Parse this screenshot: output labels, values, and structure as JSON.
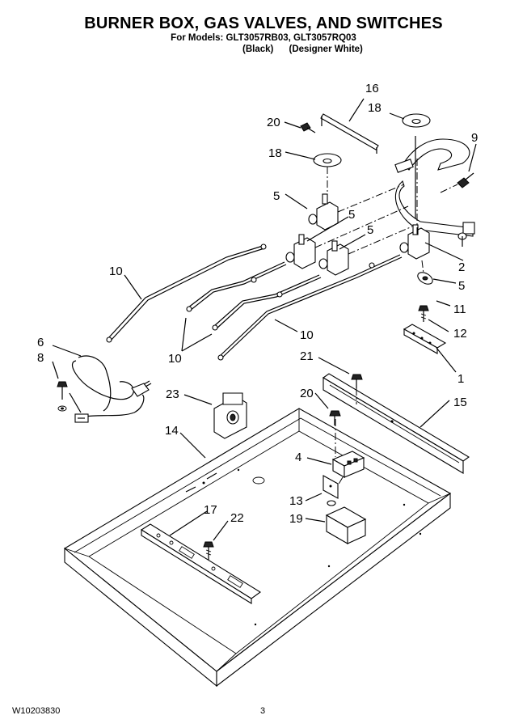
{
  "header": {
    "title": "BURNER BOX, GAS VALVES, AND SWITCHES",
    "models_line": "For Models: GLT3057RB03, GLT3057RQ03",
    "variants_line": "(Black)      (Designer White)"
  },
  "callouts": {
    "c16": "16",
    "c18a": "18",
    "c20a": "20",
    "c9": "9",
    "c18b": "18",
    "c5a": "5",
    "c5b": "5",
    "c5c": "5",
    "c2": "2",
    "c5d": "5",
    "c10a": "10",
    "c11": "11",
    "c12": "12",
    "c10b": "10",
    "c10c": "10",
    "c6": "6",
    "c8": "8",
    "c21": "21",
    "c1": "1",
    "c23": "23",
    "c20b": "20",
    "c15": "15",
    "c14": "14",
    "c4": "4",
    "c13": "13",
    "c17": "17",
    "c22": "22",
    "c19": "19"
  },
  "footer": {
    "doc_number": "W10203830",
    "page_number": "3"
  }
}
